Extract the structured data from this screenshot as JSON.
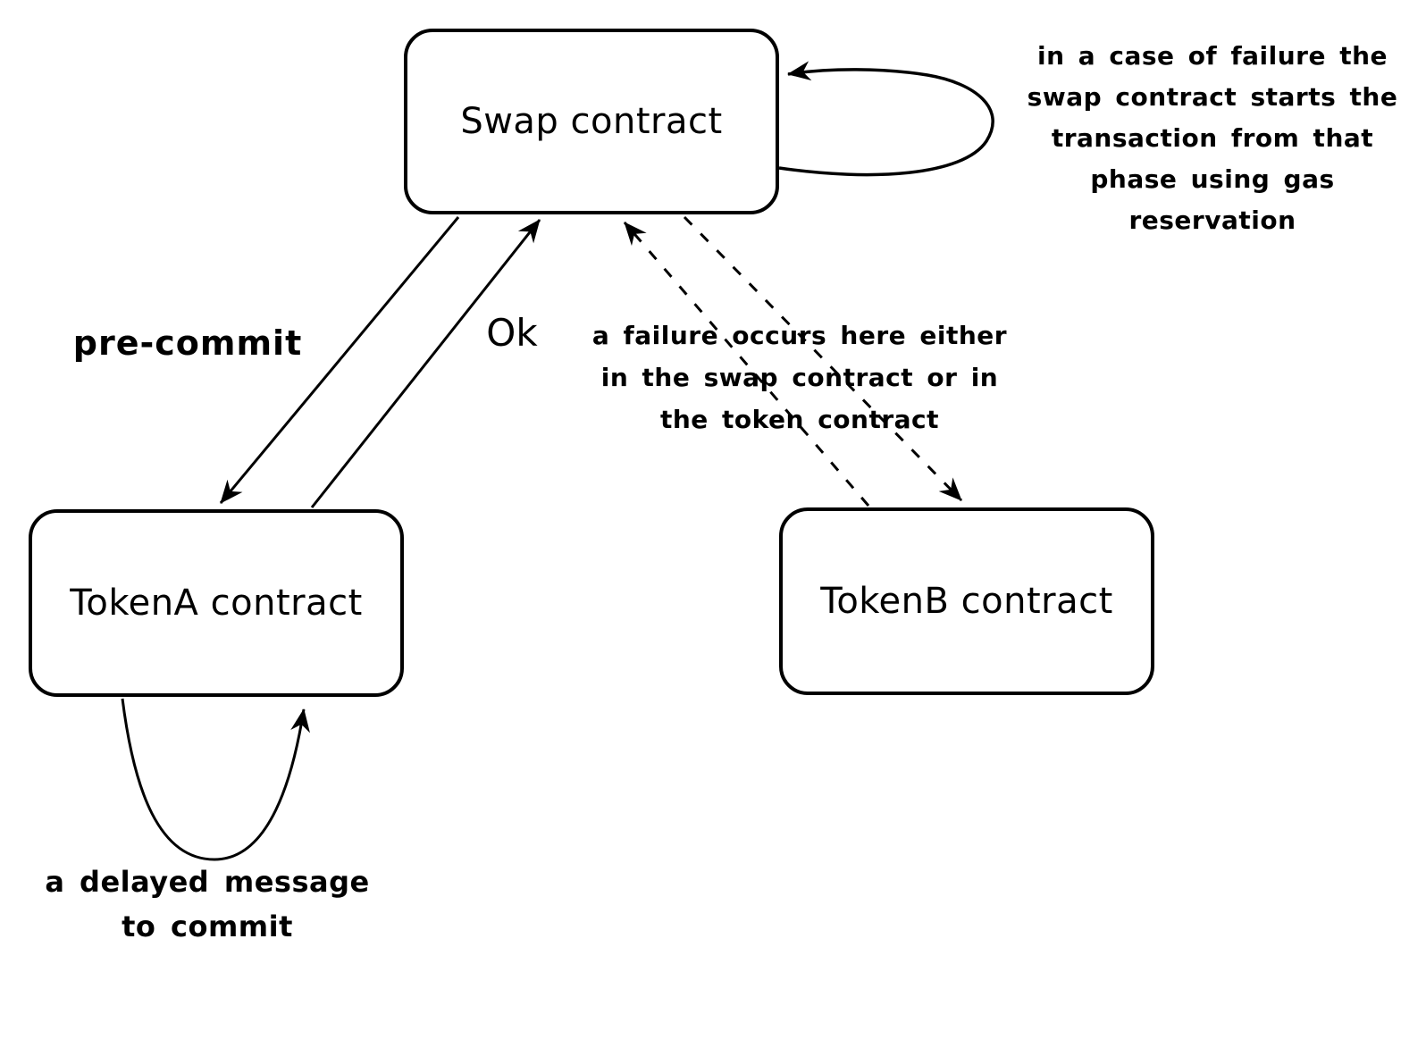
{
  "diagram": {
    "title": "token swap contract interaction diagram",
    "colors": {
      "stroke": "#000000",
      "background": "#ffffff",
      "text": "#000000"
    },
    "nodes": {
      "swap": {
        "label": "Swap contract"
      },
      "tokena": {
        "label": "TokenA contract"
      },
      "tokenb": {
        "label": "TokenB contract"
      }
    },
    "edge_labels": {
      "pre_commit": "pre-commit",
      "ok": "Ok"
    },
    "edges": [
      {
        "name": "pre-commit-arrow",
        "from": "swap",
        "to": "tokena",
        "style": "solid",
        "label": "pre-commit"
      },
      {
        "name": "ok-arrow",
        "from": "tokena",
        "to": "swap",
        "style": "solid",
        "label": "Ok"
      },
      {
        "name": "failure-arrow-down",
        "from": "swap",
        "to": "tokenb",
        "style": "dashed",
        "label": ""
      },
      {
        "name": "failure-arrow-up",
        "from": "tokenb",
        "to": "swap",
        "style": "dashed",
        "label": ""
      },
      {
        "name": "swap-self-loop",
        "from": "swap",
        "to": "swap",
        "style": "solid",
        "label": ""
      },
      {
        "name": "tokena-self-loop",
        "from": "tokena",
        "to": "tokena",
        "style": "solid",
        "label": ""
      }
    ],
    "annotations": {
      "gas_reservation": "in a case of failure the\nswap contract starts the\ntransaction from that\nphase using gas\nreservation",
      "failure": "a failure occurs here either\nin the swap contract or in\nthe token contract",
      "delayed_commit": "a delayed message\nto commit"
    }
  }
}
